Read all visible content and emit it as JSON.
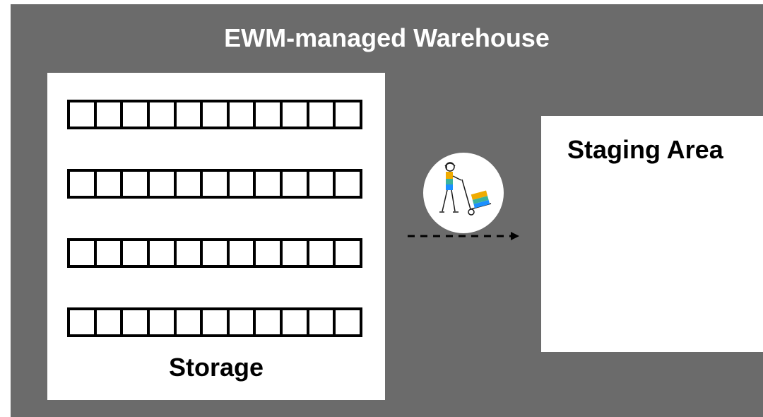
{
  "warehouse": {
    "title": "EWM-managed Warehouse"
  },
  "storage": {
    "label": "Storage",
    "rack_count": 4,
    "slots_per_rack": 11
  },
  "staging": {
    "label": "Staging Area"
  },
  "flow": {
    "icon": "warehouse-worker-with-hand-truck-icon",
    "arrow": "dashed-arrow-right-icon"
  },
  "colors": {
    "warehouse_bg": "#6b6b6b",
    "area_bg": "#ffffff",
    "rack_line": "#000000",
    "accent_yellow": "#f0ab00",
    "accent_blue": "#1b90ff",
    "accent_teal": "#3cb39b"
  }
}
